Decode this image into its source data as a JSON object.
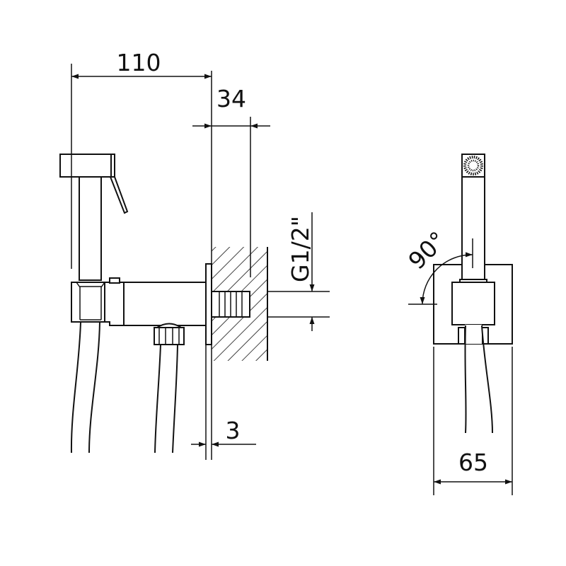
{
  "drawing": {
    "dimensions": {
      "reach": "110",
      "wall_depth": "34",
      "thread": "G1/2\"",
      "plate": "3",
      "width": "65",
      "rotation": "90°"
    },
    "colors": {
      "line": "#111111",
      "background": "#ffffff"
    }
  }
}
